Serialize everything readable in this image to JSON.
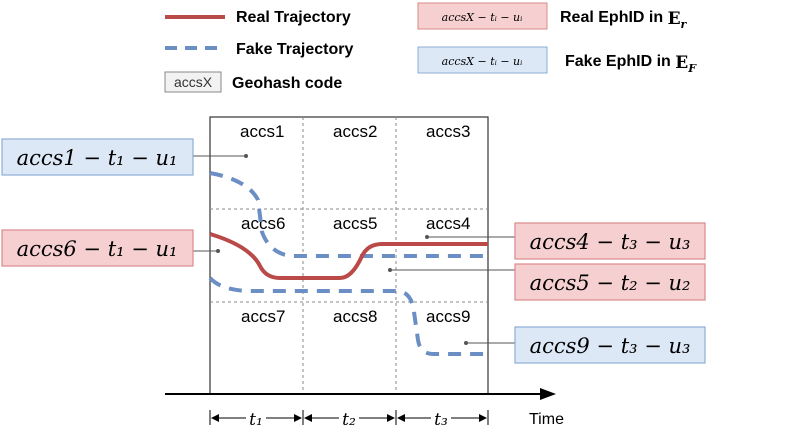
{
  "legend": {
    "real_trajectory": "Real Trajectory",
    "fake_trajectory": "Fake Trajectory",
    "geohash_box": "accsX",
    "geohash_label": "Geohash code",
    "ephid_sample": "accsX − tᵢ − uᵢ",
    "real_ephid_label": "Real EphID in ",
    "real_ephid_symbol": "E",
    "real_ephid_sub": "r",
    "fake_ephid_label": "Fake EphID in ",
    "fake_ephid_symbol": "E",
    "fake_ephid_sub": "F"
  },
  "cells": [
    "accs1",
    "accs2",
    "accs3",
    "accs6",
    "accs5",
    "accs4",
    "accs7",
    "accs8",
    "accs9"
  ],
  "callouts": [
    {
      "text": "accs1 − t₁ − u₁",
      "kind": "fake"
    },
    {
      "text": "accs6 − t₁ − u₁",
      "kind": "real"
    },
    {
      "text": "accs4 − t₃ − u₃",
      "kind": "real"
    },
    {
      "text": "accs5 − t₂ − u₂",
      "kind": "real"
    },
    {
      "text": "accs9 − t₃ − u₃",
      "kind": "fake"
    }
  ],
  "axis": {
    "time_label": "Time",
    "intervals": [
      "t₁",
      "t₂",
      "t₃"
    ]
  },
  "colors": {
    "real": "#b94a48",
    "fake": "#6b8fc4",
    "real_fill": "#f6d0d0",
    "real_border": "#d98a8a",
    "fake_fill": "#dde8f6",
    "fake_border": "#8eaed6"
  }
}
